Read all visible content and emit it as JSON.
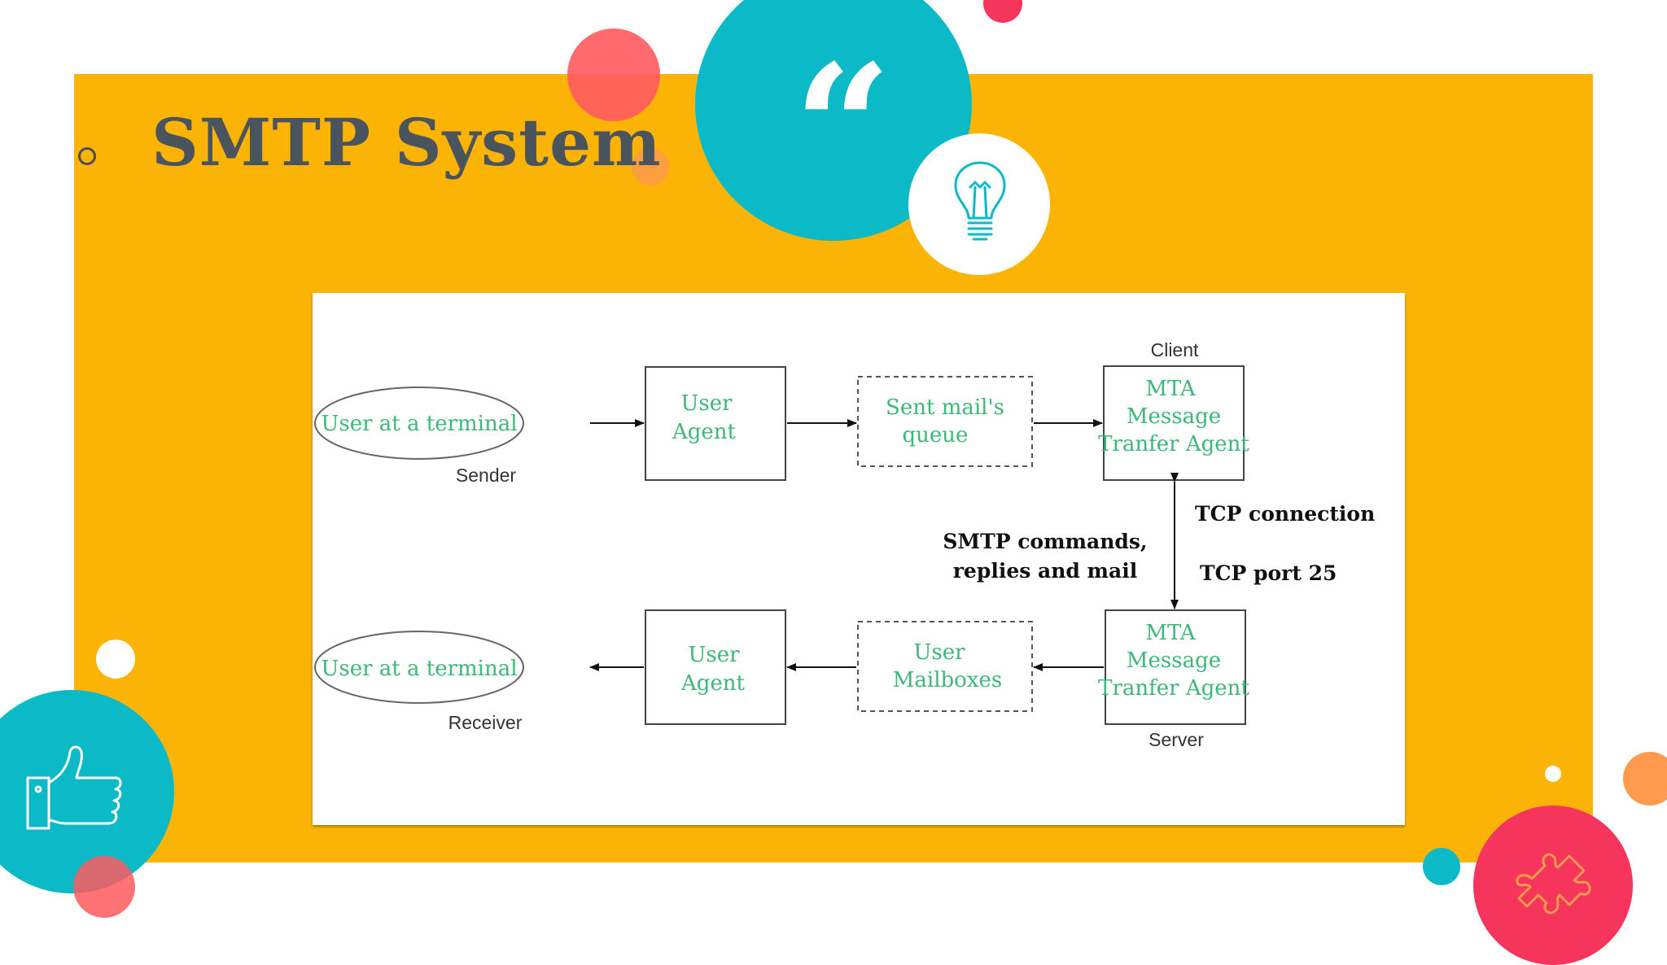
{
  "slide": {
    "title": "SMTP System",
    "colors": {
      "panel": "#FBB405",
      "teal": "#0BBAC6",
      "coral": "#FF5A5F",
      "pink": "#F5355C",
      "orange": "#FF9A4E",
      "title": "#4a545e",
      "diagram_text": "#3CB878"
    }
  },
  "icons": [
    "quote-icon",
    "lightbulb-icon",
    "thumbs-up-icon",
    "puzzle-icon"
  ],
  "diagram": {
    "top_row": {
      "terminal": "User at a terminal",
      "terminal_caption": "Sender",
      "agent_lines": [
        "User",
        "Agent"
      ],
      "queue_lines": [
        "Sent mail's",
        "queue"
      ],
      "mta_caption": "Client",
      "mta_lines": [
        "MTA",
        "Message",
        "Tranfer Agent"
      ]
    },
    "bottom_row": {
      "terminal": "User at a terminal",
      "terminal_caption": "Receiver",
      "agent_lines": [
        "User",
        "Agent"
      ],
      "mailbox_lines": [
        "User",
        "Mailboxes"
      ],
      "mta_caption": "Server",
      "mta_lines": [
        "MTA",
        "Message",
        "Tranfer Agent"
      ]
    },
    "link_labels": {
      "tcp_connection": "TCP connection",
      "tcp_port": "TCP port 25",
      "smtp_line1": "SMTP commands,",
      "smtp_line2": "replies and mail"
    }
  }
}
